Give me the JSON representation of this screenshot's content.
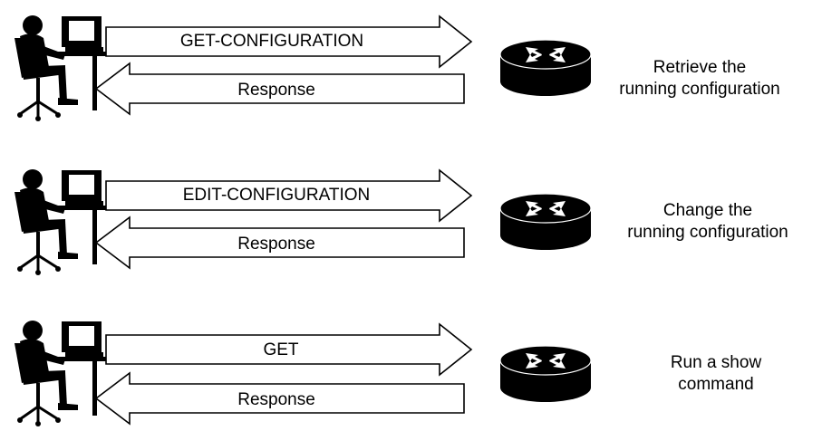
{
  "rows": [
    {
      "request_label": "GET-CONFIGURATION",
      "response_label": "Response",
      "description": {
        "line1": "Retrieve the",
        "line2": "running configuration"
      }
    },
    {
      "request_label": "EDIT-CONFIGURATION",
      "response_label": "Response",
      "description": {
        "line1": "Change the",
        "line2": "running configuration"
      }
    },
    {
      "request_label": "GET",
      "response_label": "Response",
      "description": {
        "line1": "Run a show",
        "line2": "command"
      }
    }
  ],
  "icons": {
    "client": "user-at-computer-icon",
    "device": "router-icon"
  },
  "colors": {
    "stroke": "#000000",
    "fill": "#ffffff",
    "router": "#000000"
  }
}
